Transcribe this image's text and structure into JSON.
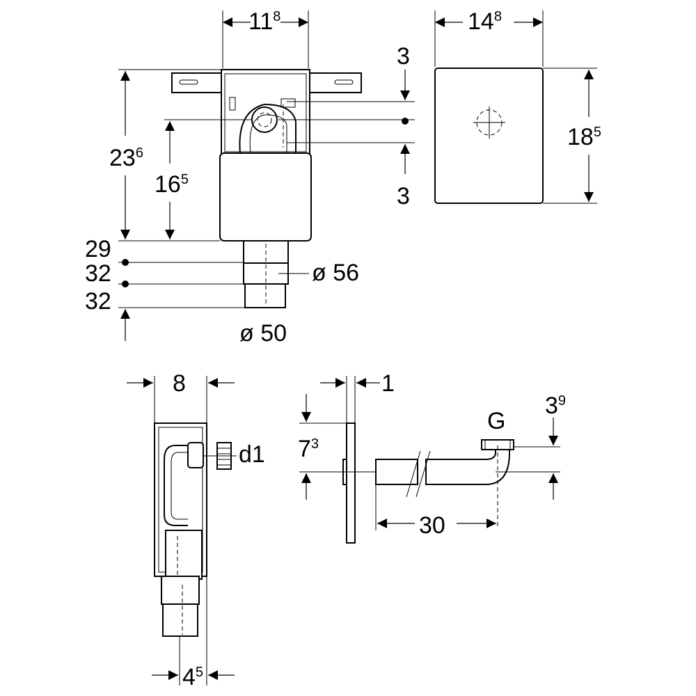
{
  "diagram": {
    "top_left_view": {
      "width": {
        "base": "11",
        "sup": "8"
      },
      "height_total": {
        "base": "23",
        "sup": "6"
      },
      "height_axis": {
        "base": "16",
        "sup": "5"
      },
      "offset_top": "3",
      "offset_bottom": "3",
      "stack_1": "29",
      "stack_2": "32",
      "stack_3": "32",
      "dia_outer": "ø 56",
      "dia_inner": "ø 50"
    },
    "top_right_view": {
      "width": {
        "base": "14",
        "sup": "8"
      },
      "height": {
        "base": "18",
        "sup": "5"
      }
    },
    "bottom_left_view": {
      "depth": "8",
      "pipe_offset": {
        "base": "4",
        "sup": "5"
      },
      "connector": "d1"
    },
    "bottom_right_view": {
      "plate_thickness": "1",
      "height_offset": {
        "base": "7",
        "sup": "3"
      },
      "pipe_length": "30",
      "thread": "G",
      "thread_height": {
        "base": "3",
        "sup": "9"
      }
    }
  }
}
